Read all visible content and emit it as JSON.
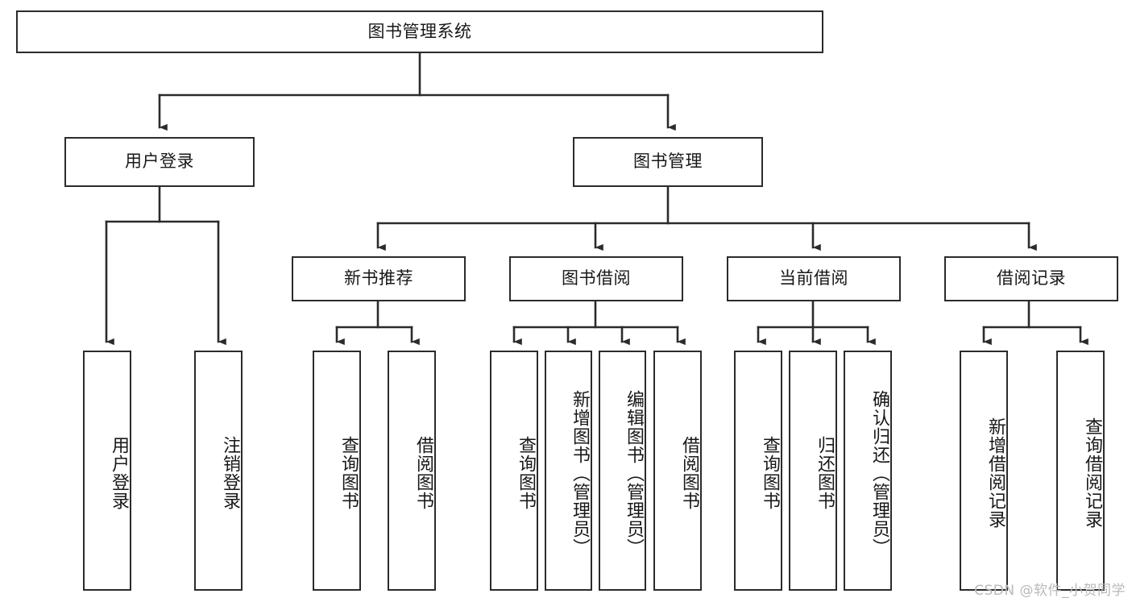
{
  "diagram": {
    "title": "图书管理系统",
    "type": "tree-hierarchy-diagram",
    "root": {
      "label": "图书管理系统"
    },
    "level2": [
      {
        "label": "用户登录"
      },
      {
        "label": "图书管理"
      }
    ],
    "level3": [
      {
        "label": "新书推荐"
      },
      {
        "label": "图书借阅"
      },
      {
        "label": "当前借阅"
      },
      {
        "label": "借阅记录"
      }
    ],
    "leaves": [
      {
        "label": "用户登录",
        "parent": "用户登录"
      },
      {
        "label": "注销登录",
        "parent": "用户登录"
      },
      {
        "label": "查询图书",
        "parent": "新书推荐"
      },
      {
        "label": "借阅图书",
        "parent": "新书推荐"
      },
      {
        "label": "查询图书",
        "parent": "图书借阅"
      },
      {
        "label": "新增图书（管理员）",
        "parent": "图书借阅"
      },
      {
        "label": "编辑图书（管理员）",
        "parent": "图书借阅"
      },
      {
        "label": "借阅图书",
        "parent": "图书借阅"
      },
      {
        "label": "查询图书",
        "parent": "当前借阅"
      },
      {
        "label": "归还图书",
        "parent": "当前借阅"
      },
      {
        "label": "确认归还（管理员）",
        "parent": "当前借阅"
      },
      {
        "label": "新增借阅记录",
        "parent": "借阅记录"
      },
      {
        "label": "查询借阅记录",
        "parent": "借阅记录"
      }
    ],
    "watermark": "CSDN @软件_小贺同学",
    "colors": {
      "stroke": "#2b2b2b",
      "fill": "#ffffff",
      "text": "#17181a",
      "watermark": "#b9b9b9"
    }
  }
}
